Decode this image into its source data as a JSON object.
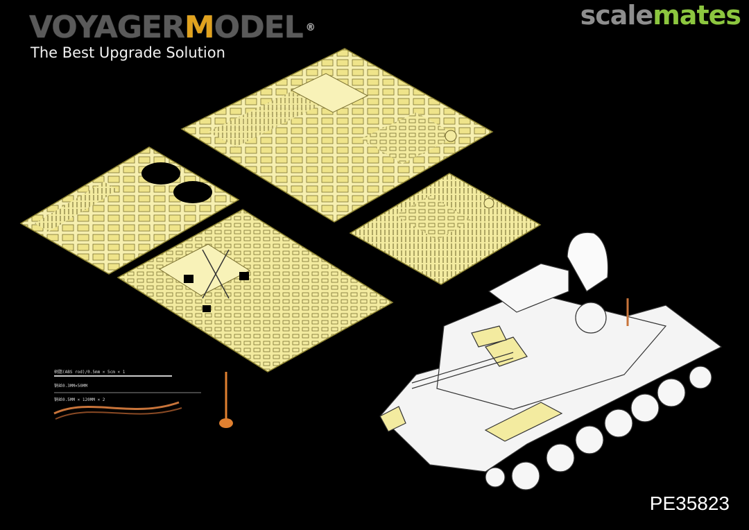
{
  "brand": {
    "logo_a": "VOYAGER",
    "logo_b": "M",
    "logo_c": "ODEL",
    "reg": "®",
    "tagline": "The Best Upgrade Solution"
  },
  "watermark": {
    "part_a": "scale",
    "part_b": "mates"
  },
  "product_code": "PE35823",
  "accessories": {
    "rod_label": "树脂(ABS rod)/0.5mm × 5cm × 1",
    "wire_label": "铜丝0.3MM×50MM",
    "cable_label": "铜丝0.5MM × 120MM × 2"
  },
  "colors": {
    "brass": "#f3eba0",
    "brass_edge": "#8a8030",
    "copper": "#c8743a",
    "background": "#000000"
  }
}
